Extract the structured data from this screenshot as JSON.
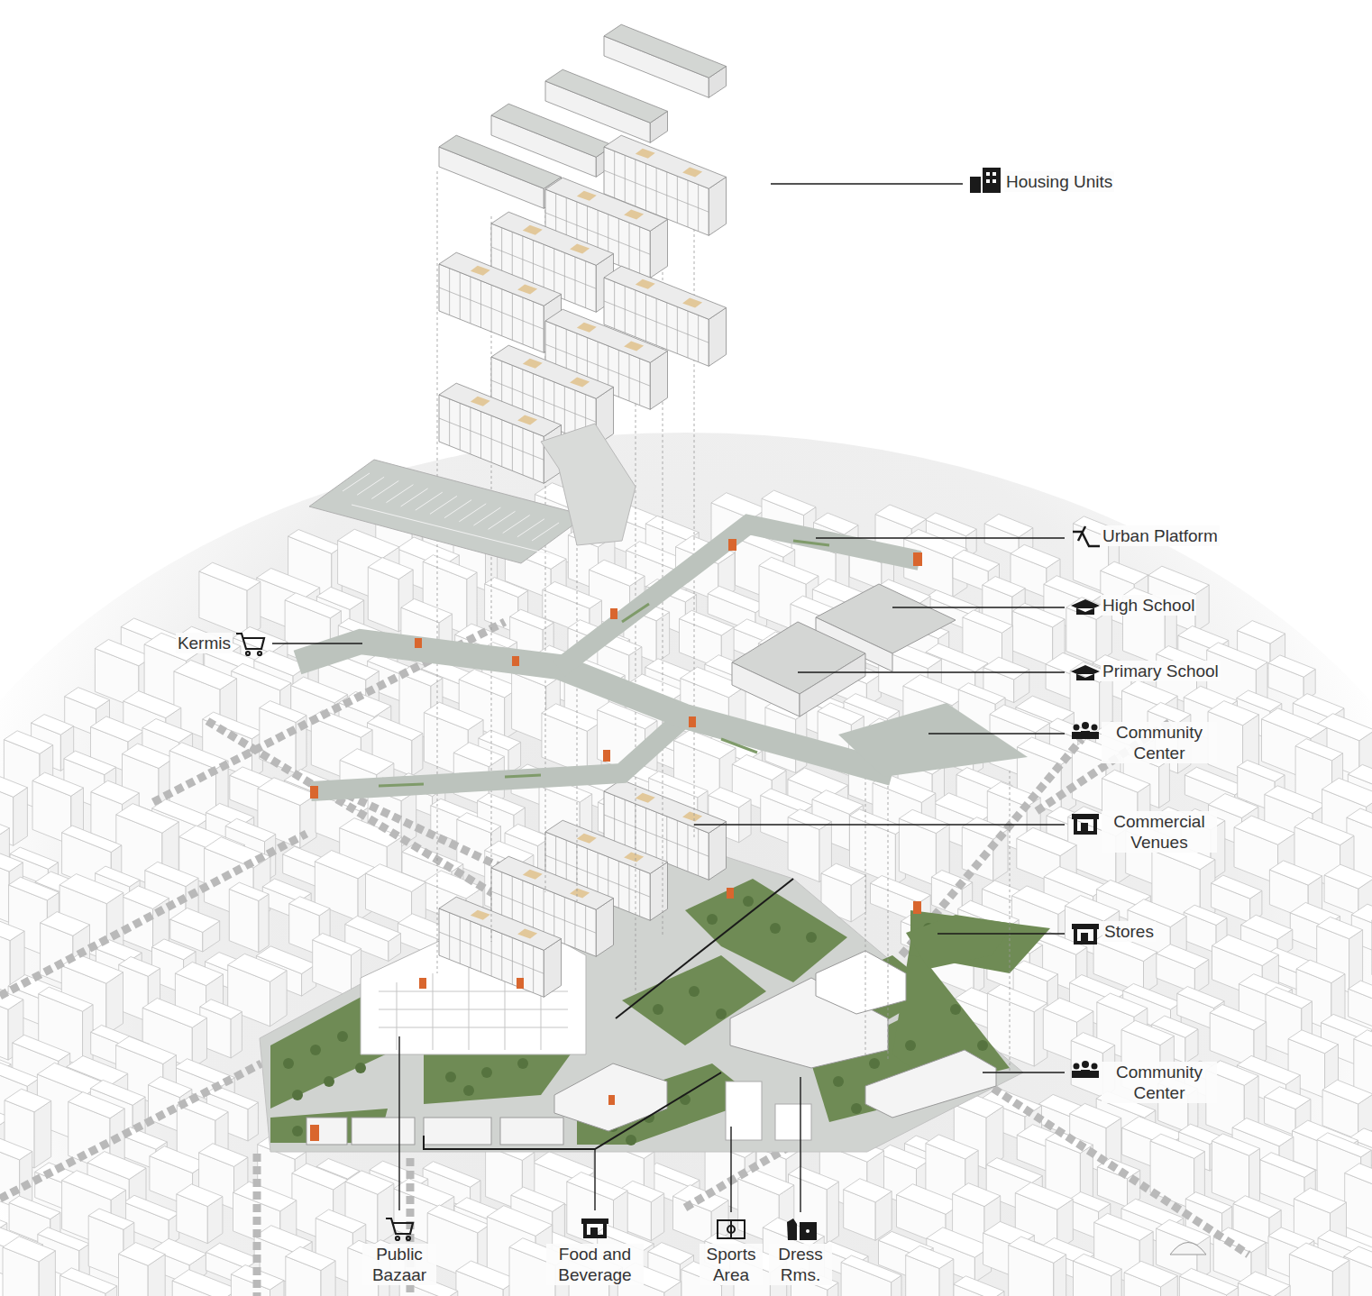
{
  "diagram": {
    "labels": [
      "Housing Units",
      "Urban Platform",
      "High School",
      "Primary School",
      "Community Center",
      "Commercial Venues",
      "Stores",
      "Community Center",
      "Kermis",
      "Public Bazaar",
      "Food and Beverage",
      "Sports Area",
      "Dress Rms."
    ]
  }
}
